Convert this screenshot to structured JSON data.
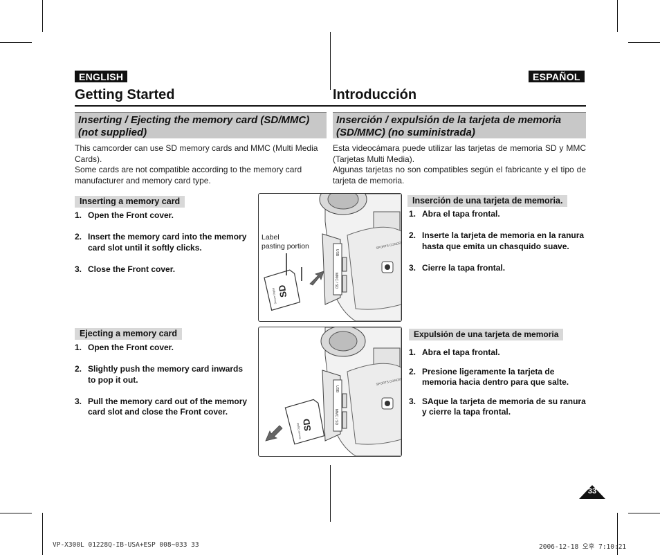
{
  "english": {
    "lang_tag": "ENGLISH",
    "page_title": "Getting Started",
    "section_title": "Inserting / Ejecting the memory card (SD/MMC) (not supplied)",
    "intro": [
      "This camcorder can use SD memory cards and MMC (Multi Media Cards).",
      "Some cards are not compatible according to the memory card manufacturer and memory card type."
    ],
    "insert": {
      "heading": "Inserting a memory card",
      "steps": [
        {
          "num": "1.",
          "text": "Open the Front cover."
        },
        {
          "num": "2.",
          "text": "Insert the memory card into the memory card slot until it softly clicks."
        },
        {
          "num": "3.",
          "text": "Close the Front cover."
        }
      ]
    },
    "eject": {
      "heading": "Ejecting a memory card",
      "steps": [
        {
          "num": "1.",
          "text": "Open the Front cover."
        },
        {
          "num": "2.",
          "text": "Slightly push the memory card inwards to pop it out."
        },
        {
          "num": "3.",
          "text": "Pull the memory card out of the memory card slot and close the Front cover."
        }
      ]
    }
  },
  "espanol": {
    "lang_tag": "ESPAÑOL",
    "page_title": "Introducción",
    "section_title": "Inserción / expulsión de la tarjeta de memoria (SD/MMC) (no suministrada)",
    "intro": [
      "Esta videocámara puede utilizar las tarjetas de memoria SD y MMC (Tarjetas Multi Media).",
      "Algunas tarjetas no son compatibles según el fabricante y el tipo de tarjeta de memoria."
    ],
    "insert": {
      "heading": "Inserción de una tarjeta de memoria.",
      "steps": [
        {
          "num": "1.",
          "text": "Abra el tapa frontal."
        },
        {
          "num": "2.",
          "text": "Inserte la tarjeta de memoria en la ranura hasta que emita un chasquido suave."
        },
        {
          "num": "3.",
          "text": "Cierre la tapa frontal."
        }
      ]
    },
    "eject": {
      "heading": "Expulsión de una tarjeta de memoria",
      "steps": [
        {
          "num": "1.",
          "text": "Abra el tapa frontal."
        },
        {
          "num": "2.",
          "text": "Presione ligeramente la tarjeta de memoria hacia dentro para que salte."
        },
        {
          "num": "3.",
          "text": "SAque la tarjeta de memoria de su ranura y cierre la tapa frontal."
        }
      ]
    }
  },
  "figures": {
    "label_callout_line1": "Label",
    "label_callout_line2": "pasting portion",
    "sd_logo": "SD",
    "card_small_print": "Secure Digital",
    "slot_text_mmc": "MMC / SD",
    "slot_text_usb": "USB",
    "camera_print": "SPORTS CONCEPT"
  },
  "page_number": "33",
  "footer": {
    "left": "VP-X300L 01228Q-IB-USA+ESP 008~033   33",
    "right": "2006-12-18   오후 7:10:21"
  }
}
